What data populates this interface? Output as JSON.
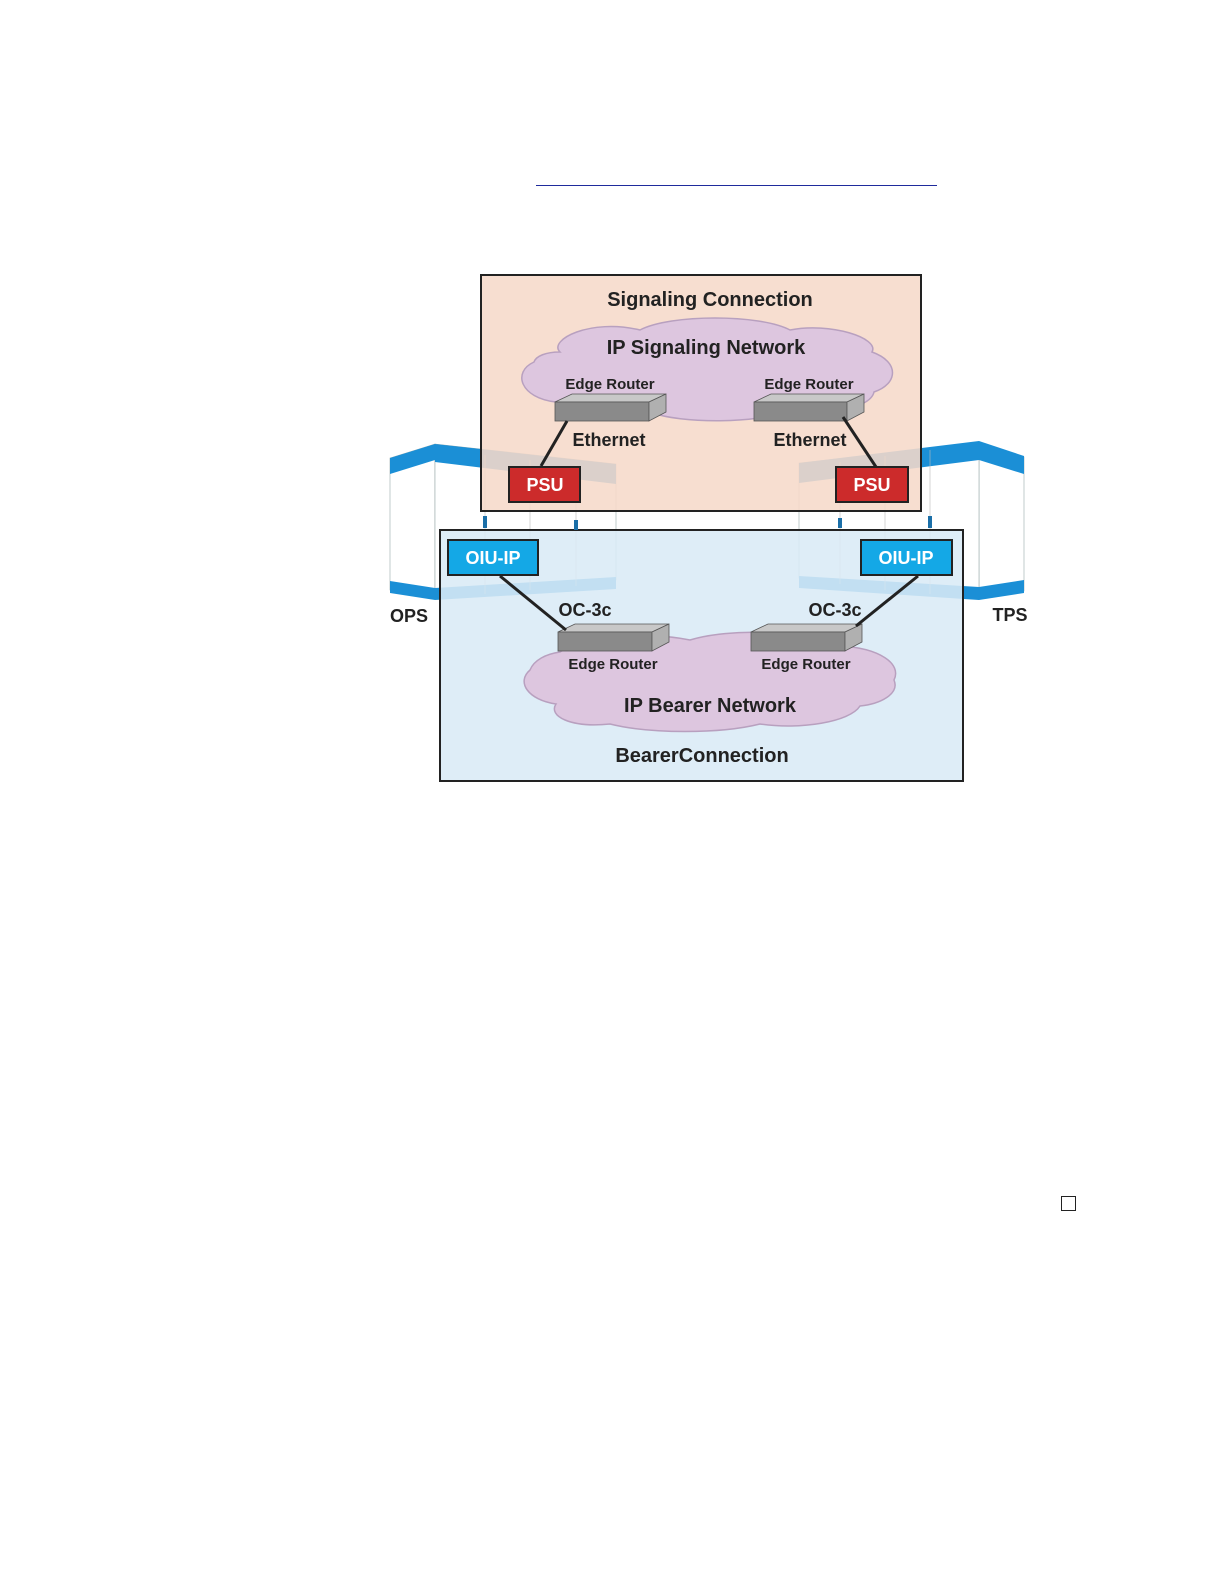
{
  "colors": {
    "signaling_panel": "#f6dac9",
    "bearer_panel": "#daeaf6",
    "cloud": "#ddc6df",
    "cloud_stroke": "#b8a0bf",
    "shelf_blue": "#1b8fd6",
    "psu_red": "#cc2b2b",
    "oiu_cyan": "#14a8e6",
    "router_gray": "#8a8a8a",
    "link_rule": "#1f2b9c"
  },
  "diagram": {
    "signaling_title": "Signaling Connection",
    "signaling_network": "IP Signaling Network",
    "bearer_title": "BearerConnection",
    "bearer_network": "IP Bearer Network",
    "edge_router_label": "Edge Router",
    "ethernet_label": "Ethernet",
    "oc3c_label": "OC-3c",
    "psu_label": "PSU",
    "oiu_label": "OIU-IP",
    "ops_label": "OPS",
    "tps_label": "TPS",
    "icons": [
      "edge-router-icon",
      "cloud-icon",
      "switch-shelf-icon"
    ]
  }
}
